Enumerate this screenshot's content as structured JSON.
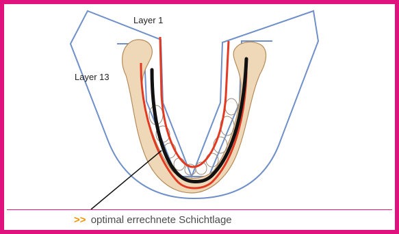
{
  "figure": {
    "layer_top_label": "Layer 1",
    "layer_side_label": "Layer 13"
  },
  "caption": {
    "marker": ">>",
    "text": "optimal errechnete Schichtlage"
  },
  "colors": {
    "frame": "#e0127e",
    "marker": "#f39200",
    "red_layer": "#e23a22",
    "focal_layer": "#111111",
    "projection_outline": "#6f8fc8",
    "bone": "#efd8b8"
  },
  "icons": {
    "jaw": "mandible-panoramic-diagram-icon"
  }
}
